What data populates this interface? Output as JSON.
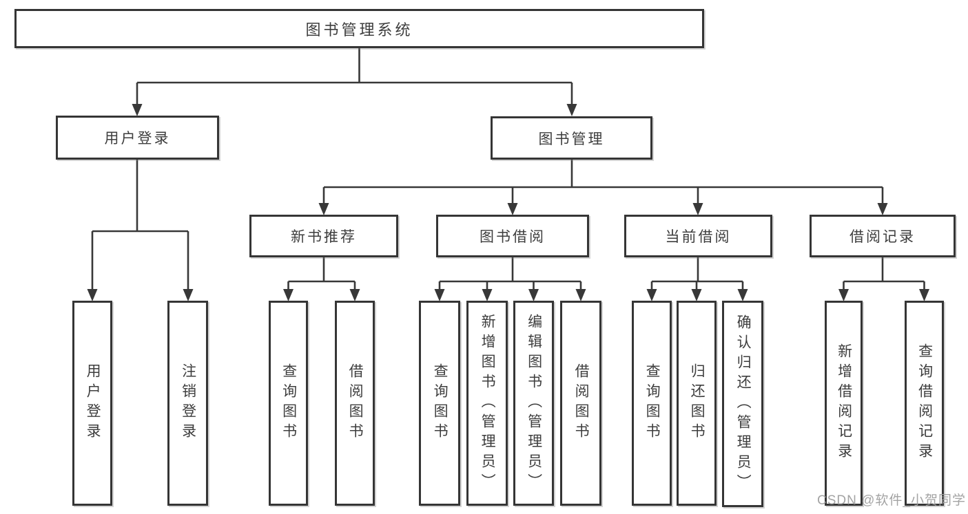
{
  "diagram": {
    "root": {
      "label": "图书管理系统"
    },
    "level2": [
      {
        "id": "user-login",
        "label": "用户登录"
      },
      {
        "id": "book-management",
        "label": "图书管理"
      }
    ],
    "level3": [
      {
        "id": "new-book-recommend",
        "label": "新书推荐"
      },
      {
        "id": "book-borrow",
        "label": "图书借阅"
      },
      {
        "id": "current-borrow",
        "label": "当前借阅"
      },
      {
        "id": "borrow-record",
        "label": "借阅记录"
      }
    ],
    "leaves": {
      "user_login": [
        "用户登录",
        "注销登录"
      ],
      "new_book_recommend": [
        "查询图书",
        "借阅图书"
      ],
      "book_borrow": [
        "查询图书",
        "新增图书（管理员）",
        "编辑图书（管理员）",
        "借阅图书"
      ],
      "current_borrow": [
        "查询图书",
        "归还图书",
        "确认归还（管理员）"
      ],
      "borrow_record": [
        "新增借阅记录",
        "查询借阅记录"
      ]
    }
  },
  "watermark": "CSDN @软件_小贺同学",
  "colors": {
    "line": "#383838",
    "border": "#353535",
    "text": "#3d3d3d",
    "watermark": "#9e9e9e",
    "background": "#ffffff"
  }
}
